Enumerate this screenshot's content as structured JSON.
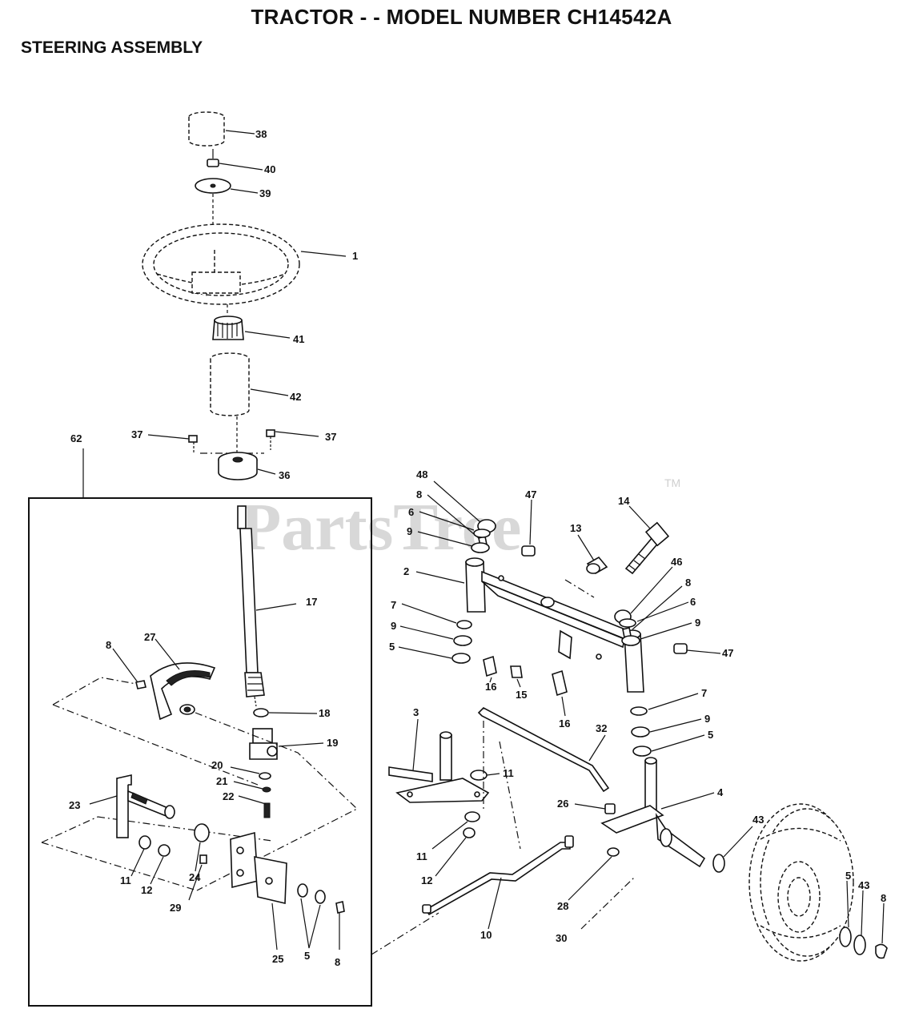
{
  "header": {
    "title": "TRACTOR - - MODEL NUMBER CH14542A",
    "section": "STEERING ASSEMBLY"
  },
  "watermark": {
    "text": "PartsTree",
    "tm": "TM"
  },
  "callouts": [
    "38",
    "40",
    "39",
    "1",
    "41",
    "42",
    "37",
    "37",
    "36",
    "62",
    "17",
    "8",
    "27",
    "18",
    "19",
    "20",
    "21",
    "22",
    "23",
    "11",
    "12",
    "24",
    "29",
    "25",
    "5",
    "8",
    "48",
    "8",
    "6",
    "9",
    "47",
    "14",
    "13",
    "46",
    "8",
    "6",
    "9",
    "2",
    "7",
    "9",
    "5",
    "16",
    "15",
    "16",
    "47",
    "7",
    "9",
    "5",
    "3",
    "32",
    "11",
    "4",
    "26",
    "11",
    "12",
    "43",
    "28",
    "10",
    "30",
    "5",
    "43",
    "8"
  ]
}
